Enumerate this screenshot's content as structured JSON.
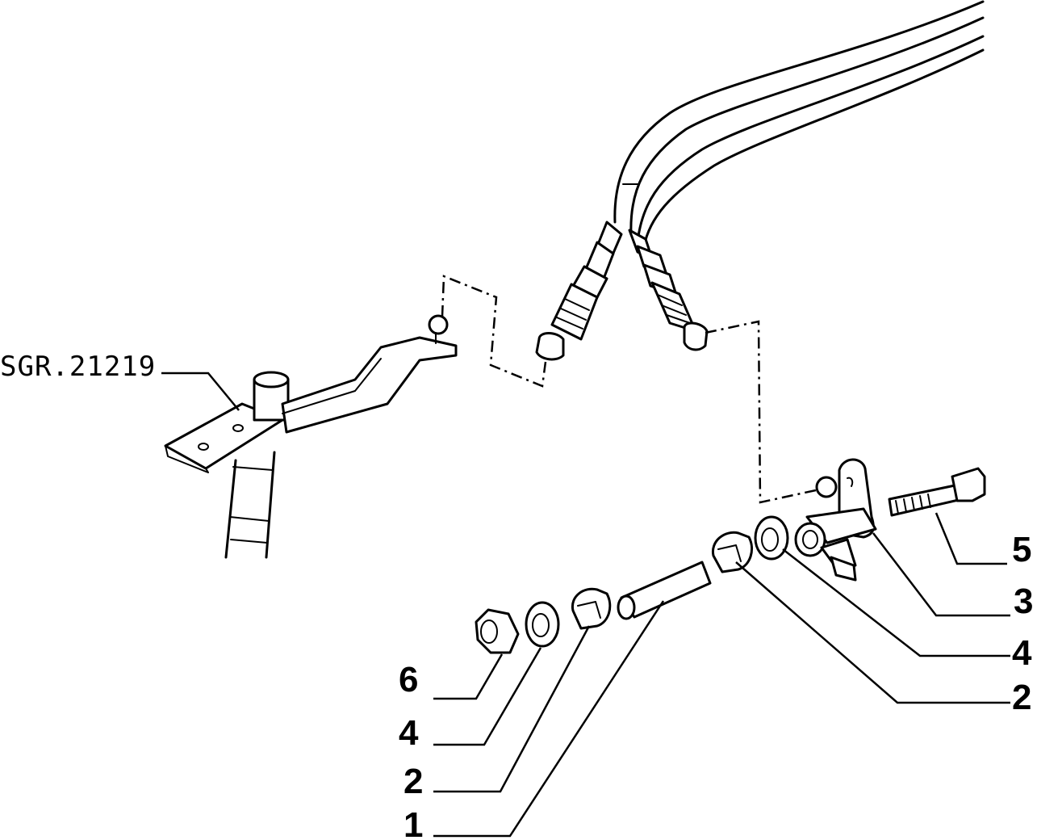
{
  "reference_label": "SGR.21219",
  "callouts": [
    {
      "id": "right-5",
      "number": "5"
    },
    {
      "id": "right-3",
      "number": "3"
    },
    {
      "id": "right-4",
      "number": "4"
    },
    {
      "id": "right-2",
      "number": "2"
    },
    {
      "id": "left-6",
      "number": "6"
    },
    {
      "id": "left-4",
      "number": "4"
    },
    {
      "id": "left-2",
      "number": "2"
    },
    {
      "id": "left-1",
      "number": "1"
    }
  ]
}
